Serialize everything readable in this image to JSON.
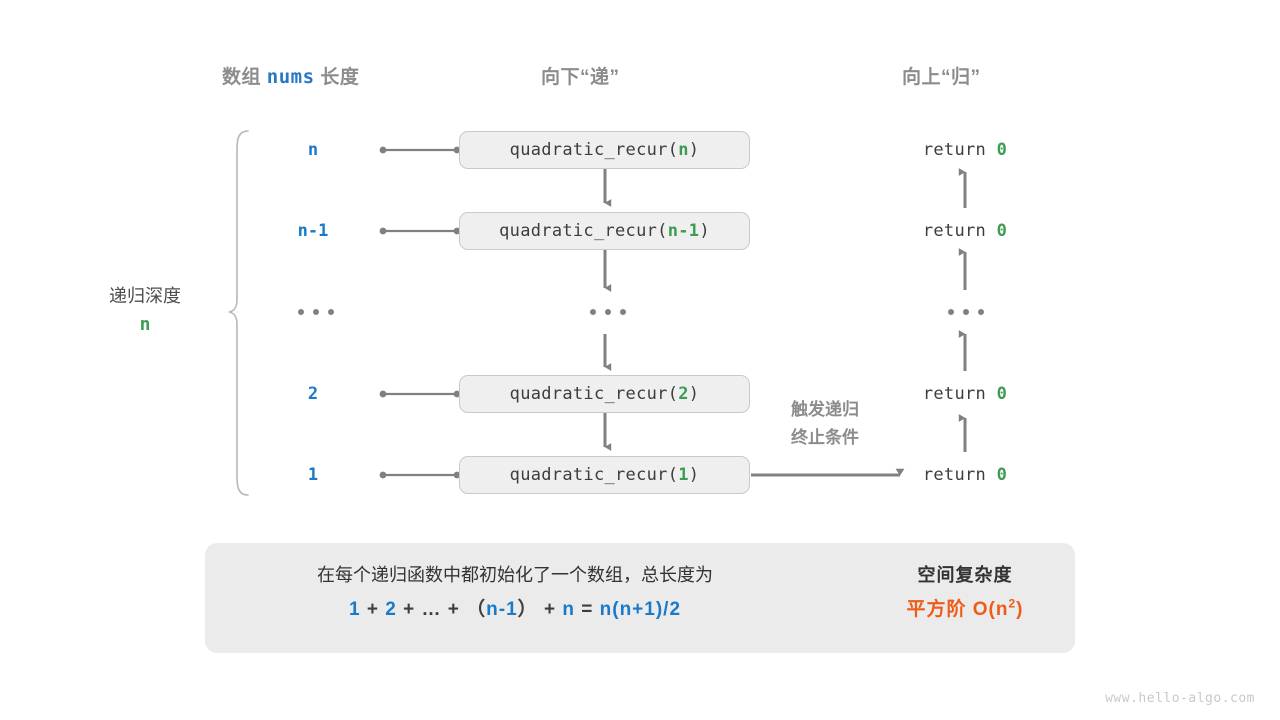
{
  "headers": {
    "array": {
      "prefix": "数组",
      "code": "nums",
      "suffix": "长度"
    },
    "down": "向下“递”",
    "up": "向上“归”"
  },
  "depth_label": {
    "title": "递归深度",
    "value": "n"
  },
  "rows": [
    {
      "depth": "n",
      "call_fn": "quadratic_recur(",
      "call_arg": "n",
      "call_close": ")",
      "ret_text": "return ",
      "ret_value": "0"
    },
    {
      "depth": "n-1",
      "call_fn": "quadratic_recur(",
      "call_arg": "n-1",
      "call_close": ")",
      "ret_text": "return ",
      "ret_value": "0"
    },
    {
      "depth": "...",
      "call_fn": "",
      "call_arg": "",
      "call_close": "",
      "ret_text": "",
      "ret_value": ""
    },
    {
      "depth": "2",
      "call_fn": "quadratic_recur(",
      "call_arg": "2",
      "call_close": ")",
      "ret_text": "return ",
      "ret_value": "0"
    },
    {
      "depth": "1",
      "call_fn": "quadratic_recur(",
      "call_arg": "1",
      "call_close": ")",
      "ret_text": "return ",
      "ret_value": "0"
    }
  ],
  "trigger_note": {
    "line1": "触发递归",
    "line2": "终止条件"
  },
  "summary": {
    "description": "在每个递归函数中都初始化了一个数组，总长度为",
    "formula": {
      "t1": "1",
      "op1": "+",
      "t2": "2",
      "op2": "+",
      "t3": "…",
      "op3": "+",
      "lparen": "（",
      "t4": "n-1",
      "rparen": "）",
      "op4": "+",
      "t5": "n",
      "eq": "=",
      "result": "n(n+1)/2"
    },
    "complexity_title": "空间复杂度",
    "complexity_value": "平方阶 O(n",
    "complexity_exp": "2",
    "complexity_tail": ")"
  },
  "watermark": "www.hello-algo.com",
  "colors": {
    "blue": "#1a7ac8",
    "green": "#3e9c52",
    "orange": "#ef5b18",
    "gray_text": "#8c8c8c",
    "box_fill": "#efefef",
    "panel_fill": "#ebebeb",
    "stroke": "#808080"
  }
}
